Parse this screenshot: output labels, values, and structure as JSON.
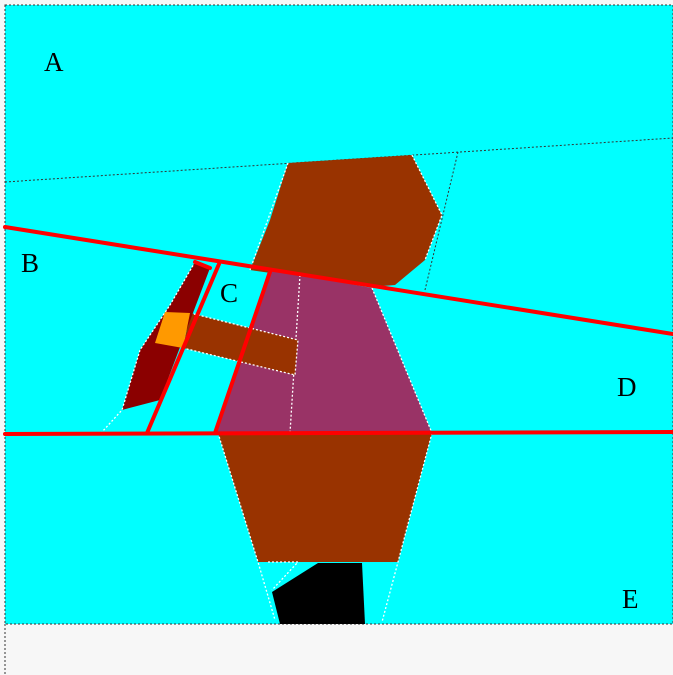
{
  "colors": {
    "background": "#00ffff",
    "canvas": "#f7f7f7",
    "head": "#993300",
    "body": "#993366",
    "arm": "#993300",
    "hand": "#ff9900",
    "stick": "#8b0000",
    "legs": "#993300",
    "foot": "#000000",
    "cut_lines": "#ff0000"
  },
  "regions": [
    {
      "key": "a",
      "label": "A"
    },
    {
      "key": "b",
      "label": "B"
    },
    {
      "key": "c",
      "label": "C"
    },
    {
      "key": "d",
      "label": "D"
    },
    {
      "key": "e",
      "label": "E"
    }
  ]
}
